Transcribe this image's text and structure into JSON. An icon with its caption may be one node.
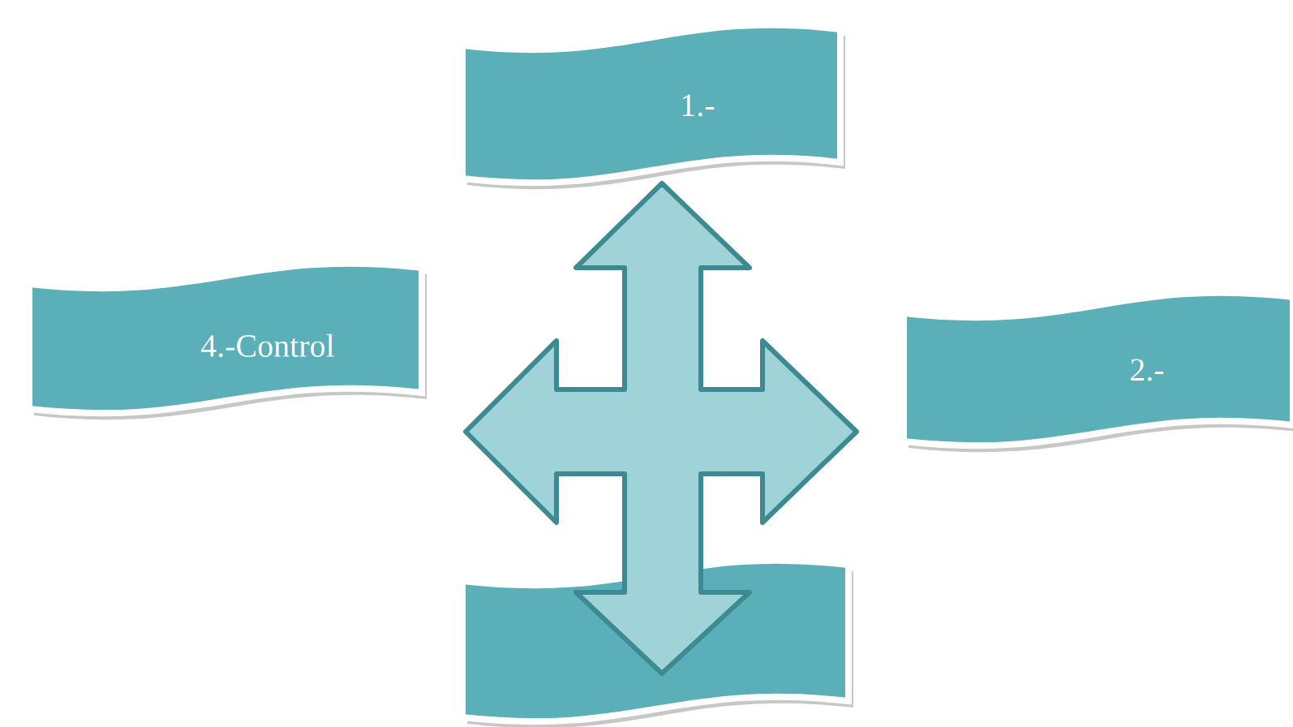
{
  "diagram": {
    "nodes": [
      {
        "text": [
          "1.-"
        ]
      },
      {
        "text": [
          "4.-Control"
        ]
      },
      {
        "text": [
          "2.-"
        ]
      },
      {
        "text": [],
        "shape": "banner"
      }
    ]
  }
}
